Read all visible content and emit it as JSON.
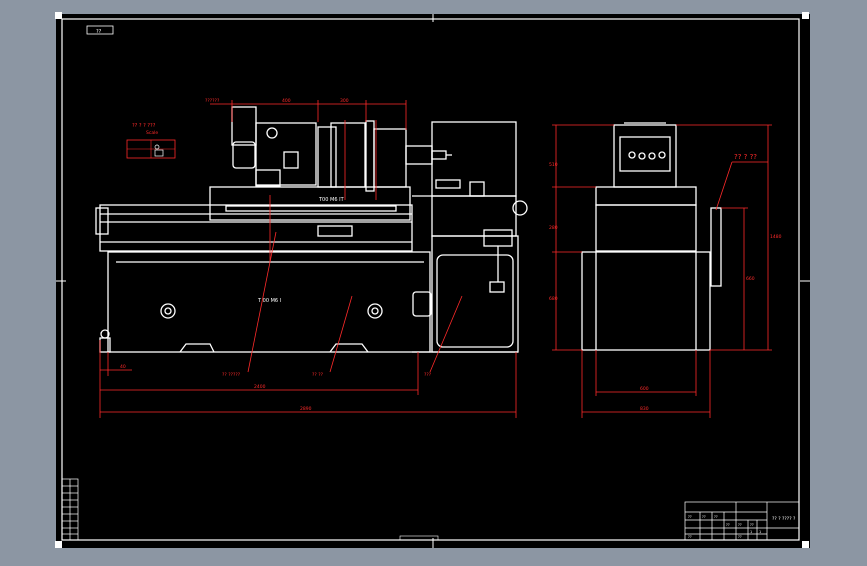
{
  "colors": {
    "background": "#8c96a3",
    "sheet": "#000000",
    "line": "#ffffff",
    "dimension": "#ff2a2a",
    "grip": "#ffffff"
  },
  "corner_tag": "??",
  "left_detail": {
    "title": "?? ? ? ???",
    "subtitle": "Scale"
  },
  "labels": {
    "carriage": "T00 M6 IT",
    "bed": "T 00 M6 I"
  },
  "dimensions": {
    "top_1": "??????",
    "top_2": "400",
    "top_3": "300",
    "bottom_small": "40",
    "bottom_mid": "2400",
    "bottom_total": "2890",
    "right_width_1": "600",
    "right_width_2": "830",
    "height_1": "510",
    "height_2": "280",
    "height_3": "680",
    "height_overall": "1480",
    "height_right": "660"
  },
  "leaders": {
    "leader_1": "?? ?????",
    "leader_2": "?? ??",
    "leader_3": "???",
    "callout_right": "?? ? ??"
  },
  "title_block": {
    "drawing_name": "?? ? ???? ?",
    "cells": [
      "??",
      "??",
      "??",
      "??",
      "??",
      "??",
      "1",
      "1",
      "??",
      "??"
    ]
  }
}
